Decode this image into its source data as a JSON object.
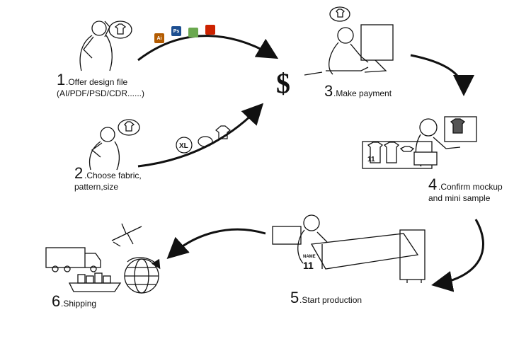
{
  "steps": {
    "s1": {
      "num": "1",
      "label": ".Offer design file",
      "sub": "(AI/PDF/PSD/CDR......)"
    },
    "s2": {
      "num": "2",
      "label": ".Choose fabric,",
      "sub": "pattern,size"
    },
    "s3": {
      "num": "3",
      "label": ".Make payment"
    },
    "s4": {
      "num": "4",
      "label": ".Confirm mockup",
      "sub": "and mini sample"
    },
    "s5": {
      "num": "5",
      "label": ".Start production"
    },
    "s6": {
      "num": "6",
      "label": ".Shipping"
    }
  },
  "symbols": {
    "dollar": "$",
    "size_badge": "XL",
    "jersey_name": "NAME",
    "jersey_number": "11"
  },
  "file_formats": [
    {
      "label": "Ai",
      "color": "#b35b00"
    },
    {
      "label": "Ps",
      "color": "#1d4f91"
    },
    {
      "label": "",
      "color": "#6aa84f"
    },
    {
      "label": "",
      "color": "#cc2200"
    }
  ]
}
